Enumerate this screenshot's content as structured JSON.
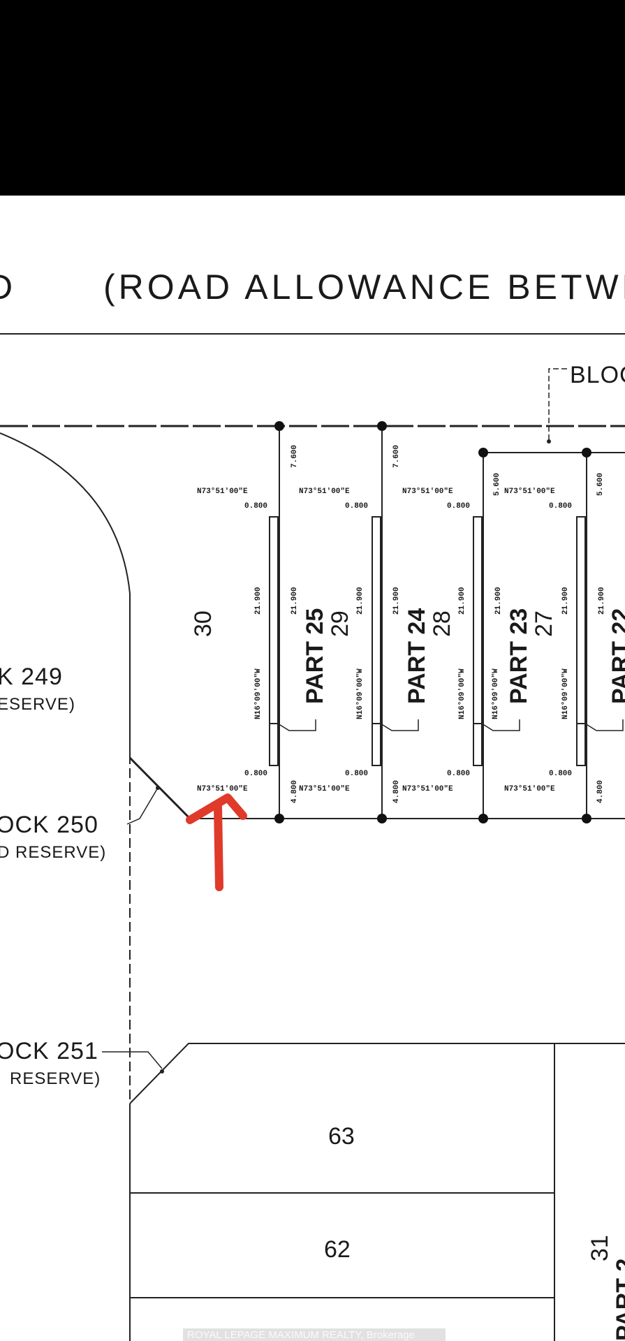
{
  "top_bar_color": "#000000",
  "arrow_color": "#e03a2a",
  "road_label": "(ROAD ALLOWANCE BETWE",
  "road_label_left": "D",
  "block_label_top": "BLOC",
  "block_249": {
    "name": "K 249",
    "note": "ESERVE)"
  },
  "block_250": {
    "name": "OCK 250",
    "note": "D RESERVE)"
  },
  "block_251": {
    "name": "OCK 251",
    "note": "RESERVE)"
  },
  "lots": {
    "lot_30": "30",
    "lot_29": "29",
    "lot_28": "28",
    "lot_27": "27",
    "lot_63": "63",
    "lot_62": "62",
    "lot_31": "31"
  },
  "parts": {
    "part_25": "PART 25",
    "part_24": "PART 24",
    "part_23": "PART 23",
    "part_22": "PART 22",
    "part_bottom": "PART 2"
  },
  "bearings": {
    "top_1": "N73°51'00\"E",
    "top_2": "N73°51'00\"E",
    "top_3": "N73°51'00\"E",
    "top_4": "N73°51'00\"E",
    "bottom_1": "N73°51'00\"E",
    "bottom_2": "N73°51'00\"E",
    "bottom_3": "N73°51'00\"E",
    "bottom_4": "N73°51'00\"E",
    "side": "N16°09'00\"W"
  },
  "dims": {
    "width": "0.800",
    "depth": "21.900",
    "front_a": "7.600",
    "front_b": "5.600",
    "rear": "4.800"
  },
  "watermark": "ROYAL LEPAGE MAXIMUM REALTY, Brokerage"
}
